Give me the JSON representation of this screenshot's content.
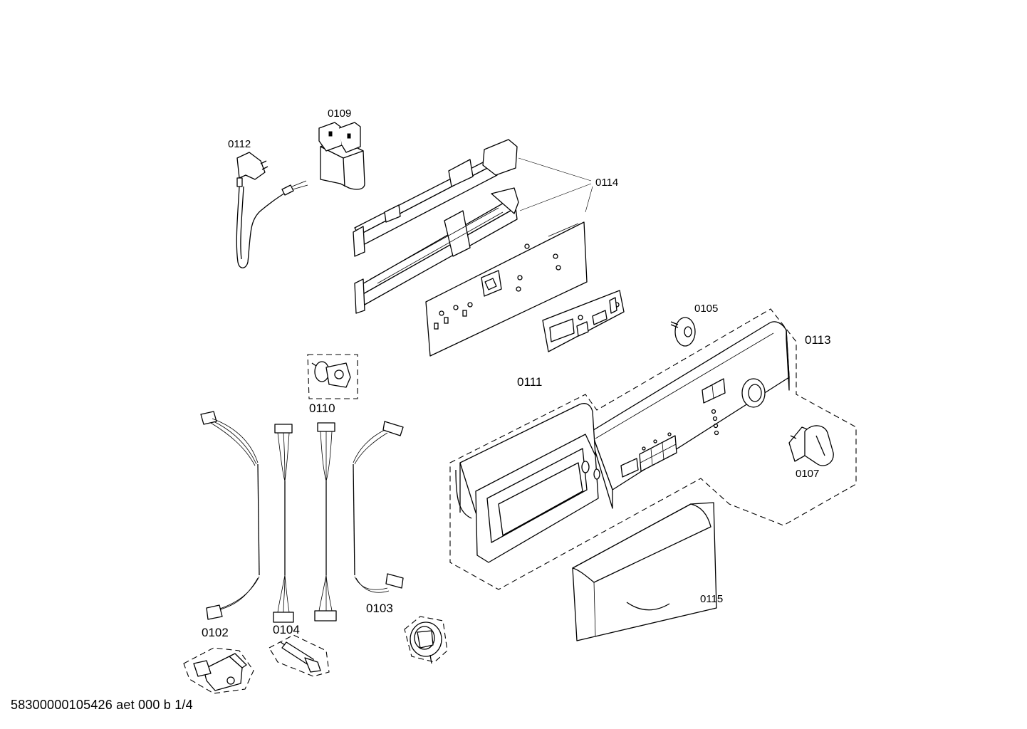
{
  "labels": {
    "p0109": "0109",
    "p0112": "0112",
    "p0114": "0114",
    "p0105": "0105",
    "p0113": "0113",
    "p0111": "0111",
    "p0110": "0110",
    "p0107": "0107",
    "p0102": "0102",
    "p0104": "0104",
    "p0103": "0103",
    "p0115": "0115"
  },
  "footer": {
    "code": "58300000105426 aet 000 b 1/4"
  }
}
